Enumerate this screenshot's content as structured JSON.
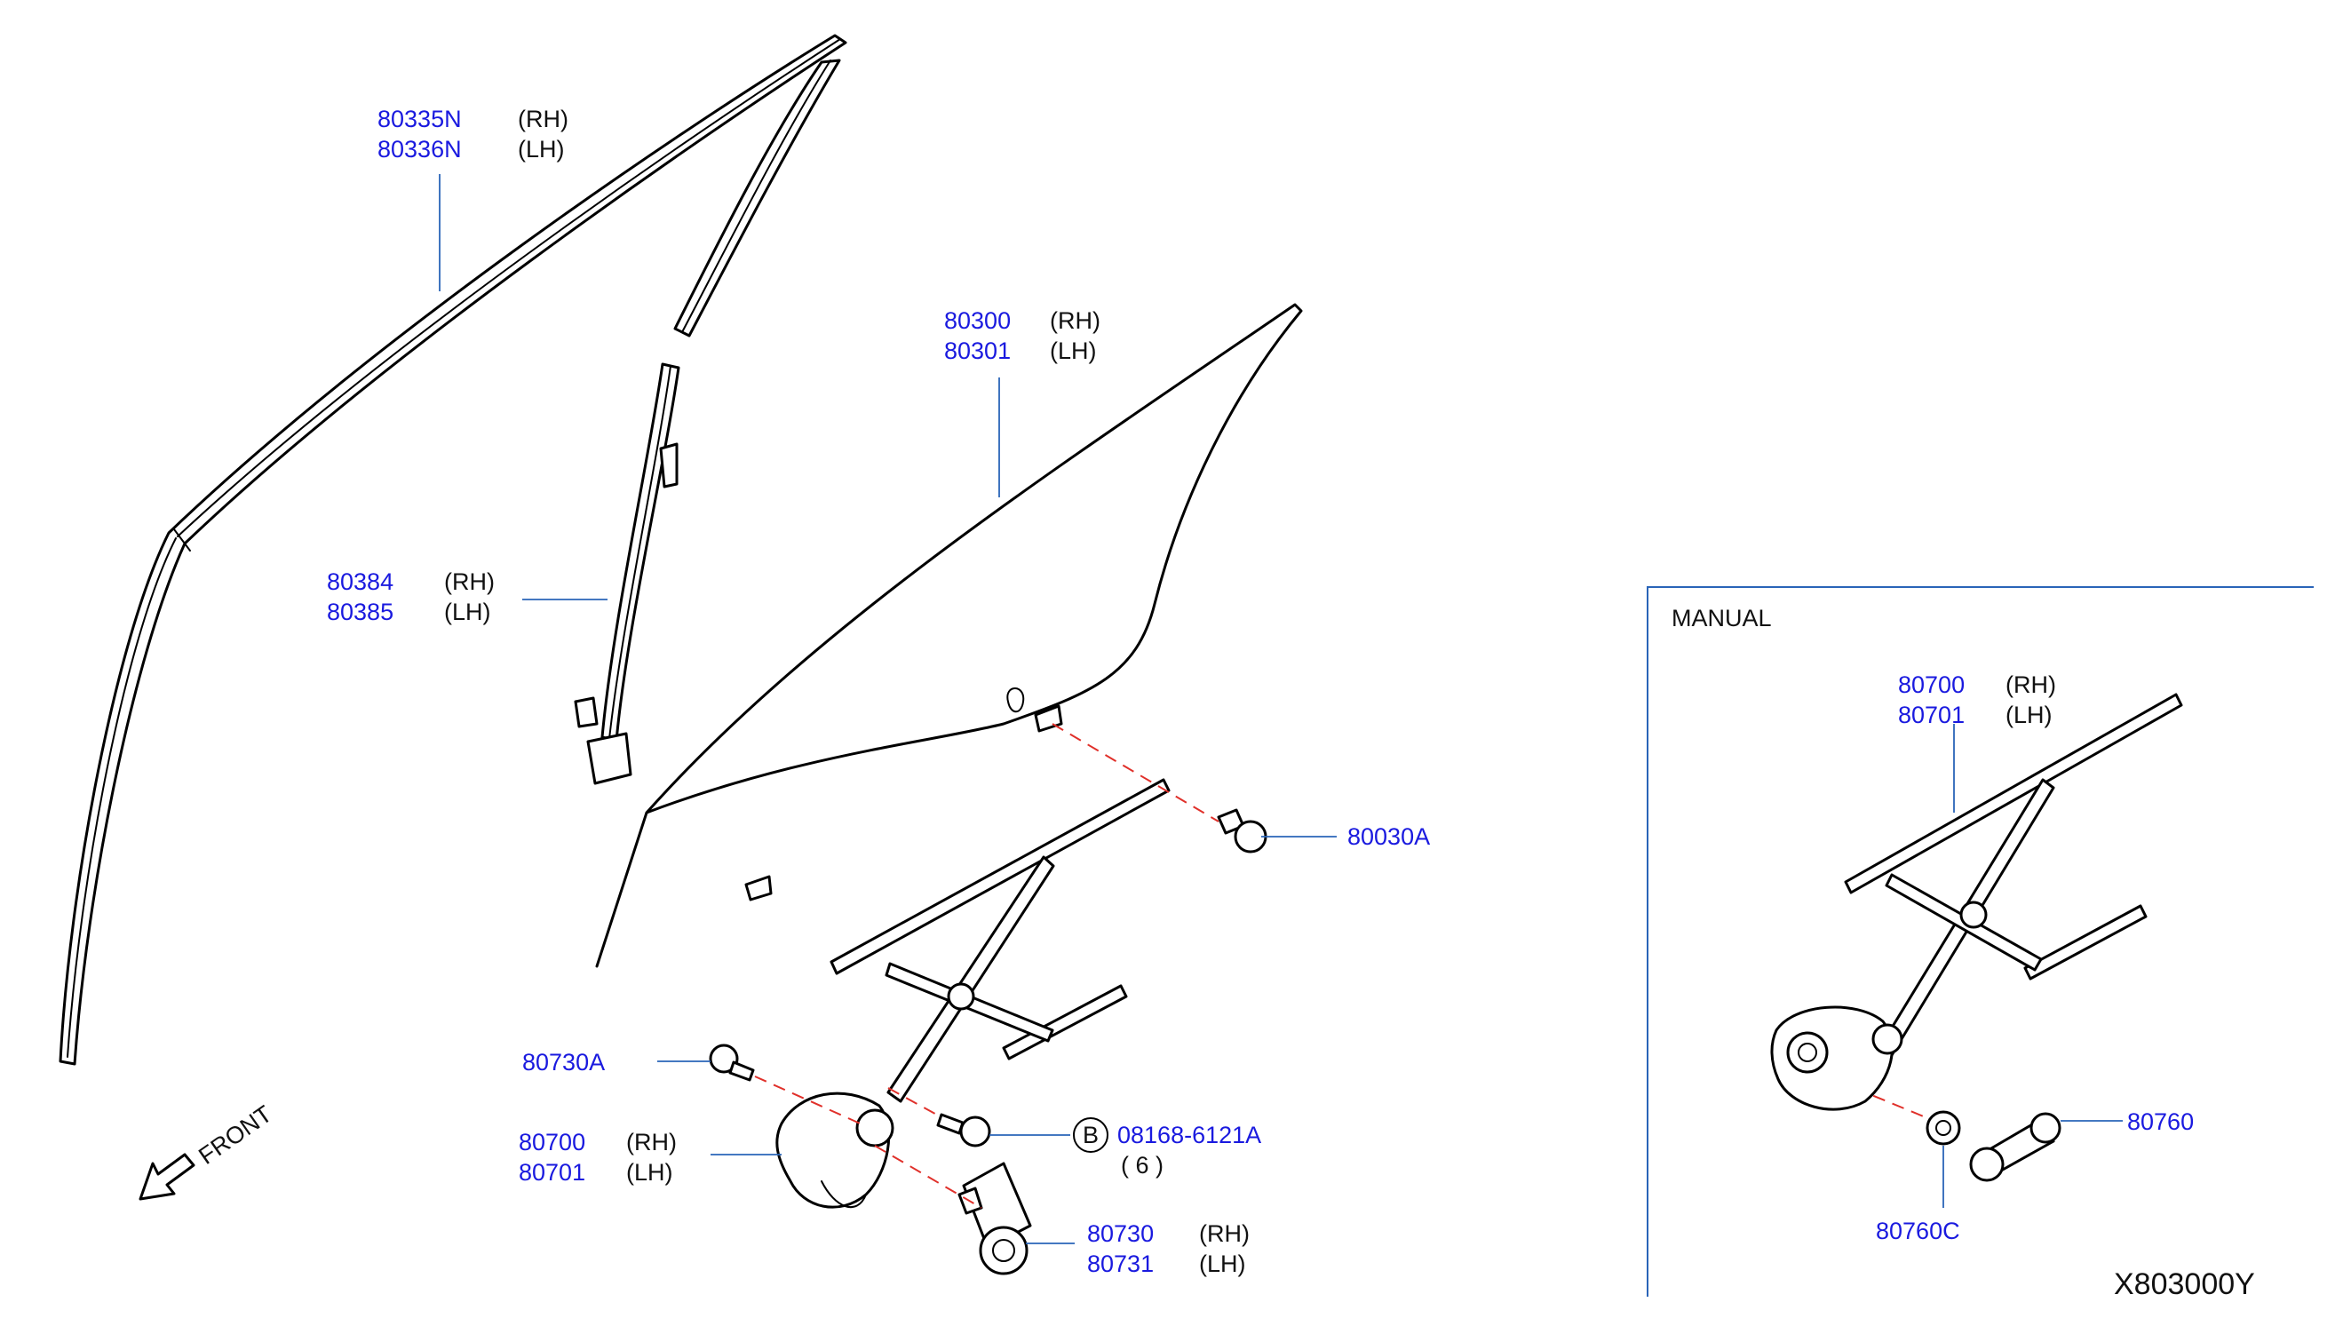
{
  "callouts": [
    {
      "id": "front_molding",
      "lines": [
        {
          "part": "80335N",
          "side": "(RH)"
        },
        {
          "part": "80336N",
          "side": "(LH)"
        }
      ]
    },
    {
      "id": "sash",
      "lines": [
        {
          "part": "80384",
          "side": "(RH)"
        },
        {
          "part": "80385",
          "side": "(LH)"
        }
      ]
    },
    {
      "id": "glass",
      "lines": [
        {
          "part": "80300",
          "side": "(RH)"
        },
        {
          "part": "80301",
          "side": "(LH)"
        }
      ]
    },
    {
      "id": "glass_bolt",
      "lines": [
        {
          "part": "80030A",
          "side": ""
        }
      ]
    },
    {
      "id": "regulator_bolt",
      "lines": [
        {
          "part": "80730A",
          "side": ""
        }
      ]
    },
    {
      "id": "regulator",
      "lines": [
        {
          "part": "80700",
          "side": "(RH)"
        },
        {
          "part": "80701",
          "side": "(LH)"
        }
      ]
    },
    {
      "id": "bolt_b",
      "lines": [
        {
          "part": "08168-6121A",
          "side": ""
        }
      ],
      "marker": "B",
      "qty": "(   6   )"
    },
    {
      "id": "motor",
      "lines": [
        {
          "part": "80730",
          "side": "(RH)"
        },
        {
          "part": "80731",
          "side": "(LH)"
        }
      ]
    },
    {
      "id": "manual_regulator",
      "lines": [
        {
          "part": "80700",
          "side": "(RH)"
        },
        {
          "part": "80701",
          "side": "(LH)"
        }
      ]
    },
    {
      "id": "handle",
      "lines": [
        {
          "part": "80760",
          "side": ""
        }
      ]
    },
    {
      "id": "escutcheon",
      "lines": [
        {
          "part": "80760C",
          "side": ""
        }
      ]
    }
  ],
  "labels": {
    "front": "FRONT",
    "manual": "MANUAL",
    "diagram_code": "X803000Y"
  },
  "colors": {
    "part_number": "#1a1adf",
    "leader": "#2a64b8",
    "dashed_guide": "#e0302a",
    "outline": "#000000"
  }
}
